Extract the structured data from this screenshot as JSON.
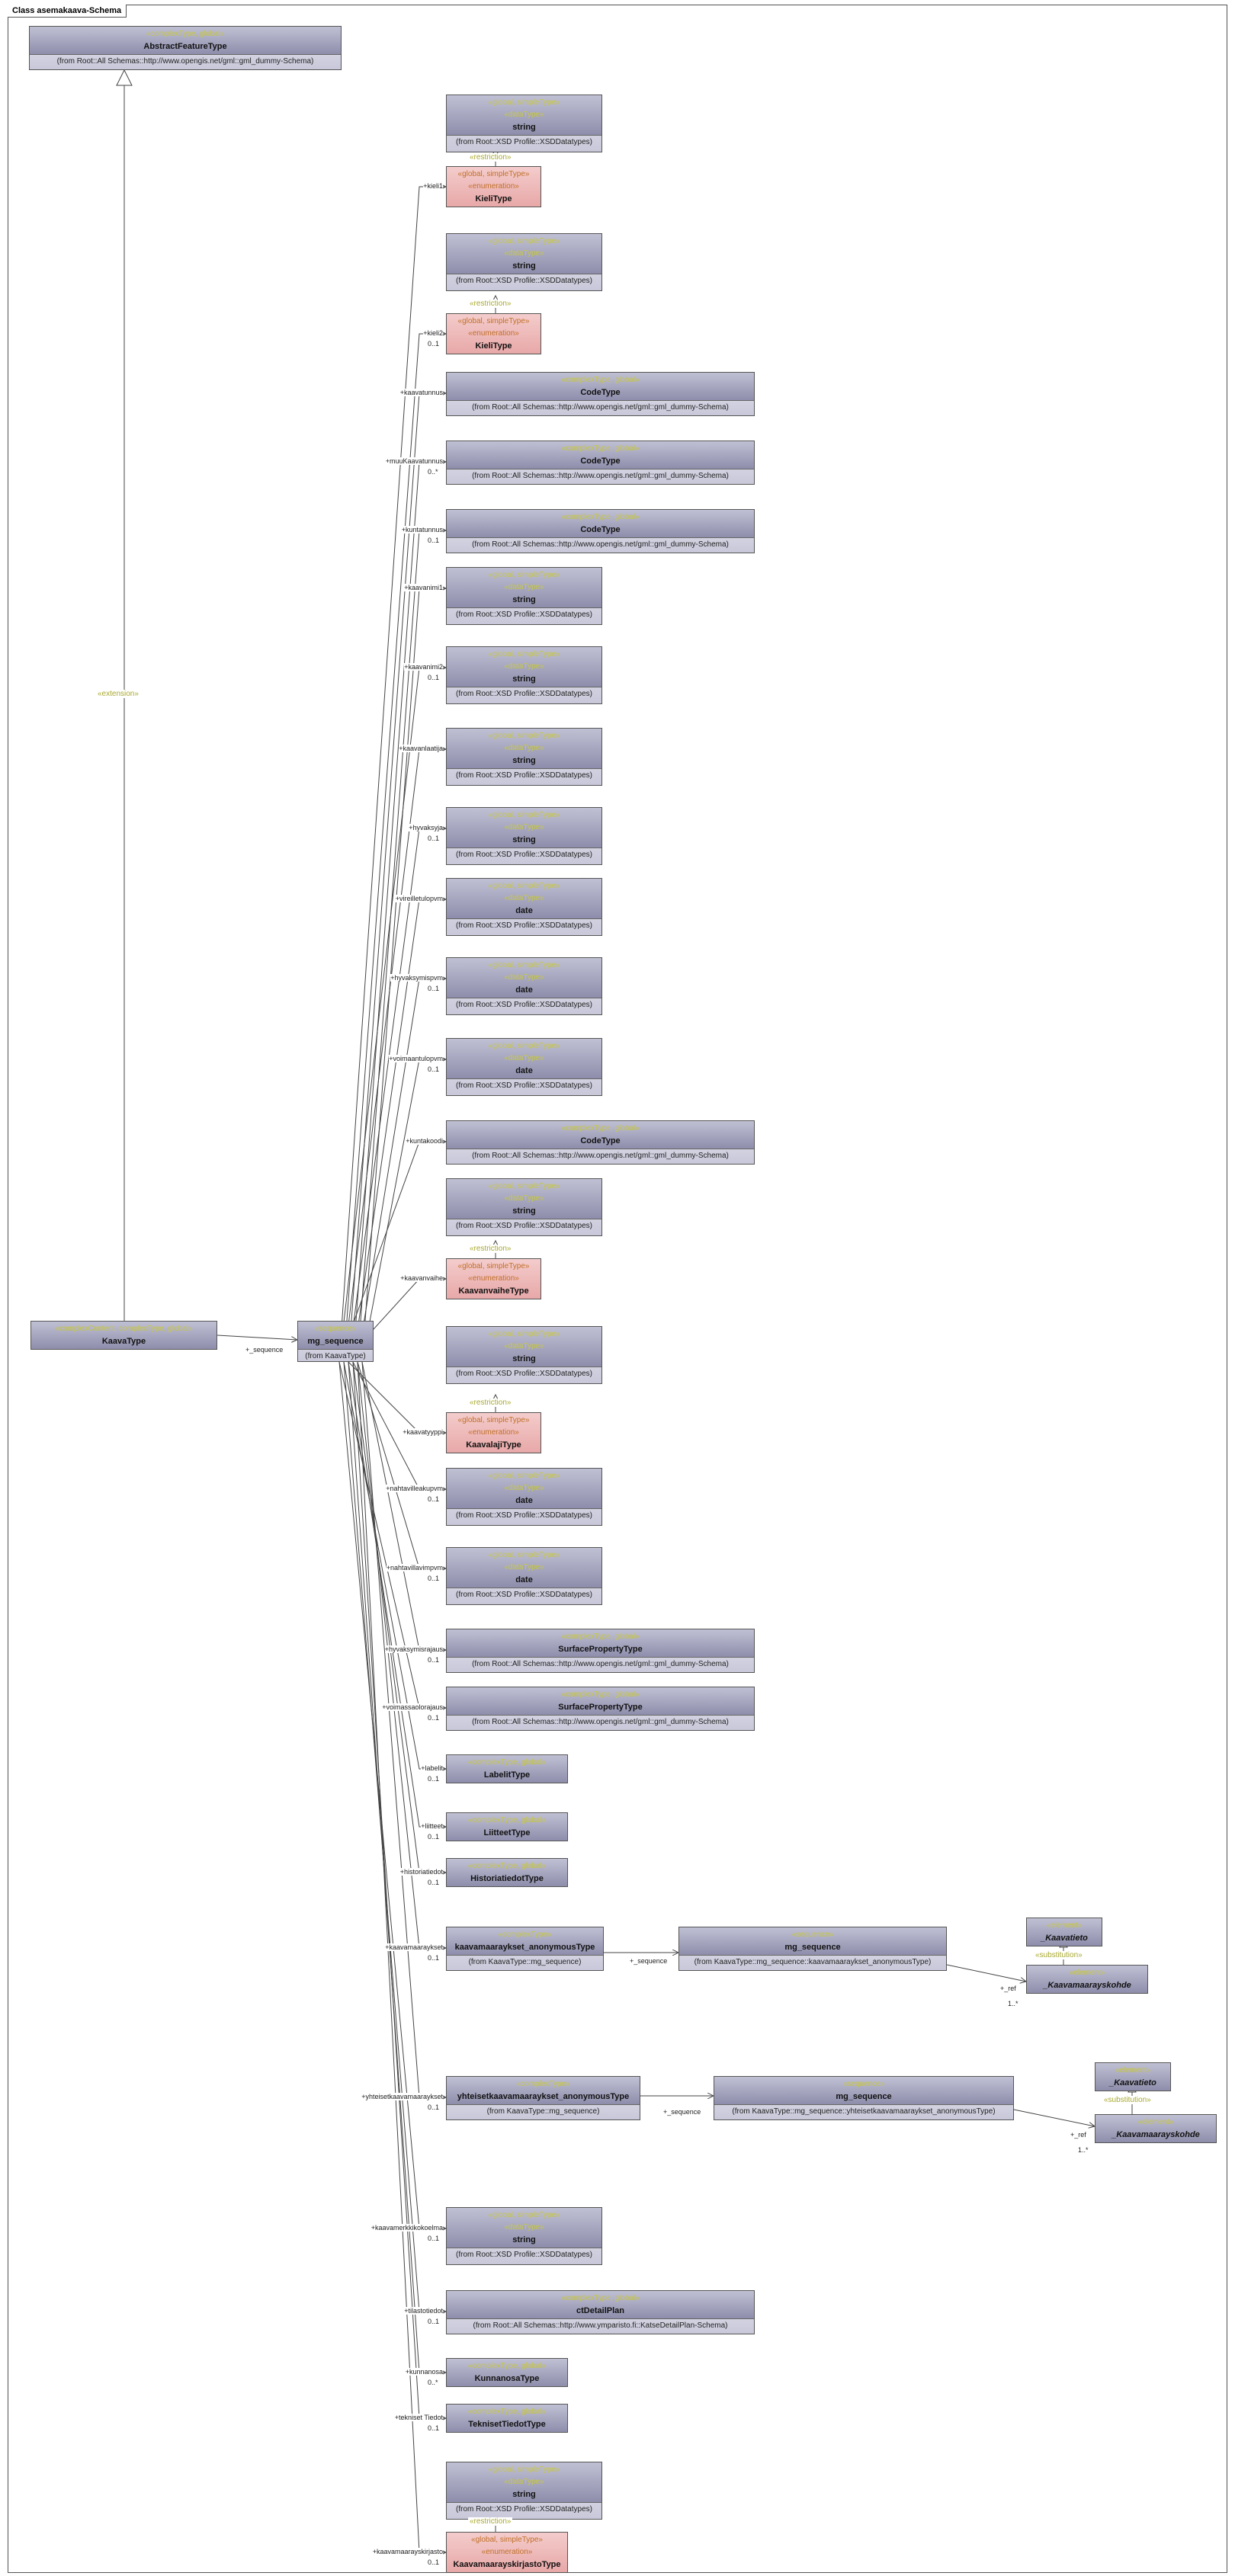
{
  "frame_title": "Class asemakaava-Schema",
  "extension_label": "«extension»",
  "restriction_label": "«restriction»",
  "substitution_label": "«substitution»",
  "sequence_role": "+_sequence",
  "ref_role": "+_ref",
  "classes": {
    "abstract_feature_type": {
      "stereo": "«complexType, global»",
      "name": "AbstractFeatureType",
      "from": "(from Root::All Schemas::http://www.opengis.net/gml::gml_dummy-Schema)"
    },
    "kaava_type": {
      "stereo": "«complexContent, complexType, global»",
      "name": "KaavaType"
    },
    "mg_sequence": {
      "stereo": "«sequence»",
      "name": "mg_sequence",
      "from": "(from KaavaType)"
    },
    "string_kieli1": {
      "stereo1": "«global, simpleType»",
      "stereo2": "«dataType»",
      "name": "string",
      "from": "(from Root::XSD Profile::XSDDatatypes)"
    },
    "kieli_type_1": {
      "stereo1": "«global, simpleType»",
      "stereo2": "«enumeration»",
      "name": "KieliType"
    },
    "string_kieli2": {
      "stereo1": "«global, simpleType»",
      "stereo2": "«dataType»",
      "name": "string",
      "from": "(from Root::XSD Profile::XSDDatatypes)"
    },
    "kieli_type_2": {
      "stereo1": "«global, simpleType»",
      "stereo2": "«enumeration»",
      "name": "KieliType"
    },
    "code_type_1": {
      "stereo": "«complexType, global»",
      "name": "CodeType",
      "from": "(from Root::All Schemas::http://www.opengis.net/gml::gml_dummy-Schema)"
    },
    "code_type_2": {
      "stereo": "«complexType, global»",
      "name": "CodeType",
      "from": "(from Root::All Schemas::http://www.opengis.net/gml::gml_dummy-Schema)"
    },
    "code_type_3": {
      "stereo": "«complexType, global»",
      "name": "CodeType",
      "from": "(from Root::All Schemas::http://www.opengis.net/gml::gml_dummy-Schema)"
    },
    "string_kaavanimi1": {
      "stereo1": "«global, simpleType»",
      "stereo2": "«dataType»",
      "name": "string",
      "from": "(from Root::XSD Profile::XSDDatatypes)"
    },
    "string_kaavanimi2": {
      "stereo1": "«global, simpleType»",
      "stereo2": "«dataType»",
      "name": "string",
      "from": "(from Root::XSD Profile::XSDDatatypes)"
    },
    "string_laatija": {
      "stereo1": "«global, simpleType»",
      "stereo2": "«dataType»",
      "name": "string",
      "from": "(from Root::XSD Profile::XSDDatatypes)"
    },
    "string_hyvaksyja": {
      "stereo1": "«global, simpleType»",
      "stereo2": "«dataType»",
      "name": "string",
      "from": "(from Root::XSD Profile::XSDDatatypes)"
    },
    "date_vireille": {
      "stereo1": "«global, simpleType»",
      "stereo2": "«dataType»",
      "name": "date",
      "from": "(from Root::XSD Profile::XSDDatatypes)"
    },
    "date_hyvaksymis": {
      "stereo1": "«global, simpleType»",
      "stereo2": "«dataType»",
      "name": "date",
      "from": "(from Root::XSD Profile::XSDDatatypes)"
    },
    "date_voimaantulo": {
      "stereo1": "«global, simpleType»",
      "stereo2": "«dataType»",
      "name": "date",
      "from": "(from Root::XSD Profile::XSDDatatypes)"
    },
    "code_type_4": {
      "stereo": "«complexType, global»",
      "name": "CodeType",
      "from": "(from Root::All Schemas::http://www.opengis.net/gml::gml_dummy-Schema)"
    },
    "string_vaihe": {
      "stereo1": "«global, simpleType»",
      "stereo2": "«dataType»",
      "name": "string",
      "from": "(from Root::XSD Profile::XSDDatatypes)"
    },
    "kaavanvaihe_type": {
      "stereo1": "«global, simpleType»",
      "stereo2": "«enumeration»",
      "name": "KaavanvaiheType"
    },
    "string_laji": {
      "stereo1": "«global, simpleType»",
      "stereo2": "«dataType»",
      "name": "string",
      "from": "(from Root::XSD Profile::XSDDatatypes)"
    },
    "kaavalaji_type": {
      "stereo1": "«global, simpleType»",
      "stereo2": "«enumeration»",
      "name": "KaavalajiType"
    },
    "date_nahtaville": {
      "stereo1": "«global, simpleType»",
      "stereo2": "«dataType»",
      "name": "date",
      "from": "(from Root::XSD Profile::XSDDatatypes)"
    },
    "date_nahtavilla": {
      "stereo1": "«global, simpleType»",
      "stereo2": "«dataType»",
      "name": "date",
      "from": "(from Root::XSD Profile::XSDDatatypes)"
    },
    "surface_1": {
      "stereo": "«complexType, global»",
      "name": "SurfacePropertyType",
      "from": "(from Root::All Schemas::http://www.opengis.net/gml::gml_dummy-Schema)"
    },
    "surface_2": {
      "stereo": "«complexType, global»",
      "name": "SurfacePropertyType",
      "from": "(from Root::All Schemas::http://www.opengis.net/gml::gml_dummy-Schema)"
    },
    "labelit_type": {
      "stereo": "«complexType, global»",
      "name": "LabelitType"
    },
    "liitteet_type": {
      "stereo": "«complexType, global»",
      "name": "LiitteetType"
    },
    "historiatiedot_type": {
      "stereo": "«complexType, global»",
      "name": "HistoriatiedotType"
    },
    "kaavamaaraykset_anon": {
      "stereo": "«complexType»",
      "name": "kaavamaaraykset_anonymousType",
      "from": "(from KaavaType::mg_sequence)"
    },
    "mg_seq_kaavamaaraykset": {
      "stereo": "«sequence»",
      "name": "mg_sequence",
      "from": "(from KaavaType::mg_sequence::kaavamaaraykset_anonymousType)"
    },
    "kaavatieto_1": {
      "stereo": "«element»",
      "name": "_Kaavatieto"
    },
    "kaavamaarayskohde_1": {
      "stereo": "«element»",
      "name": "_Kaavamaarayskohde"
    },
    "yhteiset_anon": {
      "stereo": "«complexType»",
      "name": "yhteisetkaavamaaraykset_anonymousType",
      "from": "(from KaavaType::mg_sequence)"
    },
    "mg_seq_yhteiset": {
      "stereo": "«sequence»",
      "name": "mg_sequence",
      "from": "(from KaavaType::mg_sequence::yhteisetkaavamaaraykset_anonymousType)"
    },
    "kaavatieto_2": {
      "stereo": "«element»",
      "name": "_Kaavatieto"
    },
    "kaavamaarayskohde_2": {
      "stereo": "«element»",
      "name": "_Kaavamaarayskohde"
    },
    "string_selostus": {
      "stereo1": "«global, simpleType»",
      "stereo2": "«dataType»",
      "name": "string",
      "from": "(from Root::XSD Profile::XSDDatatypes)"
    },
    "ct_detail_plan": {
      "stereo": "«complexType, global»",
      "name": "ctDetailPlan",
      "from": "(from Root::All Schemas::http://www.ymparisto.fi::KatseDetailPlan-Schema)"
    },
    "kunnanosa_type": {
      "stereo": "«complexType, global»",
      "name": "KunnanosaType"
    },
    "tekniset_tiedot_type": {
      "stereo": "«complexType, global»",
      "name": "TeknisetTiedotType"
    },
    "string_kirjasto": {
      "stereo1": "«global, simpleType»",
      "stereo2": "«dataType»",
      "name": "string",
      "from": "(from Root::XSD Profile::XSDDatatypes)"
    },
    "kirjasto_type": {
      "stereo1": "«global, simpleType»",
      "stereo2": "«enumeration»",
      "name": "KaavamaarayskirjastoType"
    }
  },
  "associations": [
    {
      "role": "+kieli1",
      "mult": ""
    },
    {
      "role": "+kieli2",
      "mult": "0..1"
    },
    {
      "role": "+kaavatunnus",
      "mult": ""
    },
    {
      "role": "+muuKaavatunnus",
      "mult": "0..*"
    },
    {
      "role": "+kuntatunnus",
      "mult": "0..1"
    },
    {
      "role": "+kaavanimi1",
      "mult": ""
    },
    {
      "role": "+kaavanimi2",
      "mult": "0..1"
    },
    {
      "role": "+kaavanlaatija",
      "mult": ""
    },
    {
      "role": "+hyvaksyja",
      "mult": "0..1"
    },
    {
      "role": "+vireilletulopvm",
      "mult": ""
    },
    {
      "role": "+hyvaksymispvm",
      "mult": "0..1"
    },
    {
      "role": "+voimaantulopvm",
      "mult": "0..1"
    },
    {
      "role": "+kuntakoodi",
      "mult": ""
    },
    {
      "role": "+kaavanvaihe",
      "mult": ""
    },
    {
      "role": "+kaavatyyppi",
      "mult": ""
    },
    {
      "role": "+nahtavilleakupvm",
      "mult": "0..1"
    },
    {
      "role": "+nahtavillavimpvm",
      "mult": "0..1"
    },
    {
      "role": "+hyvaksymisrajaus",
      "mult": "0..1"
    },
    {
      "role": "+voimassaolorajaus",
      "mult": "0..1"
    },
    {
      "role": "+labelit",
      "mult": "0..1"
    },
    {
      "role": "+liitteet",
      "mult": "0..1"
    },
    {
      "role": "+historiatiedot",
      "mult": "0..1"
    },
    {
      "role": "+kaavamaaraykset",
      "mult": "0..1"
    },
    {
      "role": "+yhteisetkaavamaaraykset",
      "mult": "0..1"
    },
    {
      "role": "+kaavamerkkikokoelma",
      "mult": "0..1"
    },
    {
      "role": "+tilastotiedot",
      "mult": "0..1"
    },
    {
      "role": "+kunnanosa",
      "mult": "0..*"
    },
    {
      "role": "+tekniset Tiedot",
      "mult": "0..1"
    },
    {
      "role": "+kaavamaarayskirjasto",
      "mult": "0..1"
    }
  ],
  "ref_mult": "1..*"
}
